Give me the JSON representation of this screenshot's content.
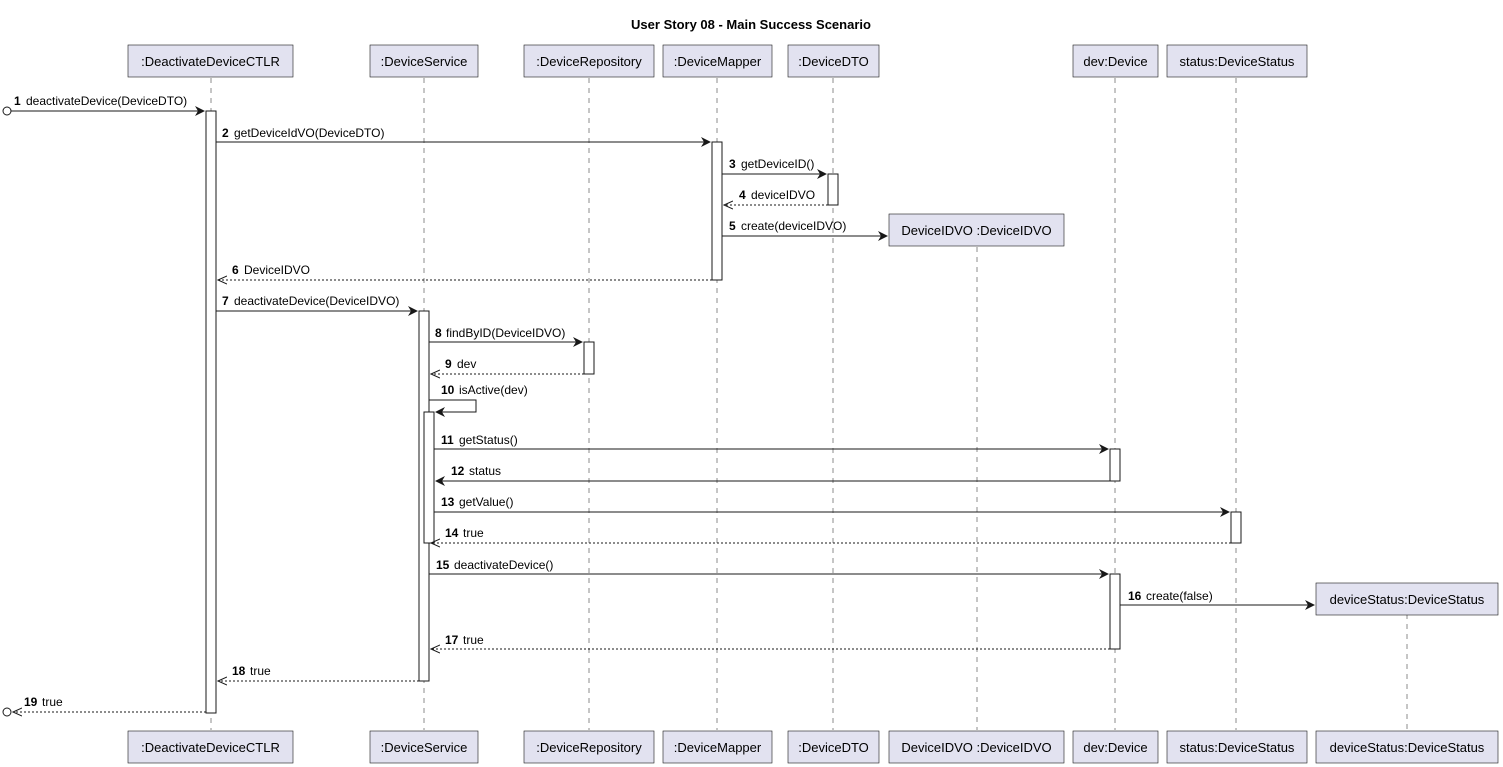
{
  "title": "User Story 08 - Main Success Scenario",
  "participants": [
    {
      "id": "ctlr",
      "label": ":DeactivateDeviceCTLR"
    },
    {
      "id": "service",
      "label": ":DeviceService"
    },
    {
      "id": "repo",
      "label": ":DeviceRepository"
    },
    {
      "id": "mapper",
      "label": ":DeviceMapper"
    },
    {
      "id": "dto",
      "label": ":DeviceDTO"
    },
    {
      "id": "idvo",
      "label": "DeviceIDVO :DeviceIDVO"
    },
    {
      "id": "device",
      "label": "dev:Device"
    },
    {
      "id": "status",
      "label": "status:DeviceStatus"
    },
    {
      "id": "newstatus",
      "label": "deviceStatus:DeviceStatus"
    }
  ],
  "messages": [
    {
      "num": "1",
      "label": "deactivateDevice(DeviceDTO)",
      "type": "call"
    },
    {
      "num": "2",
      "label": "getDeviceIdVO(DeviceDTO)",
      "type": "call"
    },
    {
      "num": "3",
      "label": "getDeviceID()",
      "type": "call"
    },
    {
      "num": "4",
      "label": "deviceIDVO",
      "type": "return"
    },
    {
      "num": "5",
      "label": "create(deviceIDVO)",
      "type": "create"
    },
    {
      "num": "6",
      "label": "DeviceIDVO",
      "type": "return"
    },
    {
      "num": "7",
      "label": "deactivateDevice(DeviceIDVO)",
      "type": "call"
    },
    {
      "num": "8",
      "label": "findByID(DeviceIDVO)",
      "type": "call"
    },
    {
      "num": "9",
      "label": "dev",
      "type": "return"
    },
    {
      "num": "10",
      "label": "isActive(dev)",
      "type": "self"
    },
    {
      "num": "11",
      "label": "getStatus()",
      "type": "call"
    },
    {
      "num": "12",
      "label": "status",
      "type": "call"
    },
    {
      "num": "13",
      "label": "getValue()",
      "type": "call"
    },
    {
      "num": "14",
      "label": "true",
      "type": "return"
    },
    {
      "num": "15",
      "label": "deactivateDevice()",
      "type": "call"
    },
    {
      "num": "16",
      "label": "create(false)",
      "type": "create"
    },
    {
      "num": "17",
      "label": "true",
      "type": "return"
    },
    {
      "num": "18",
      "label": "true",
      "type": "return"
    },
    {
      "num": "19",
      "label": "true",
      "type": "return"
    }
  ]
}
